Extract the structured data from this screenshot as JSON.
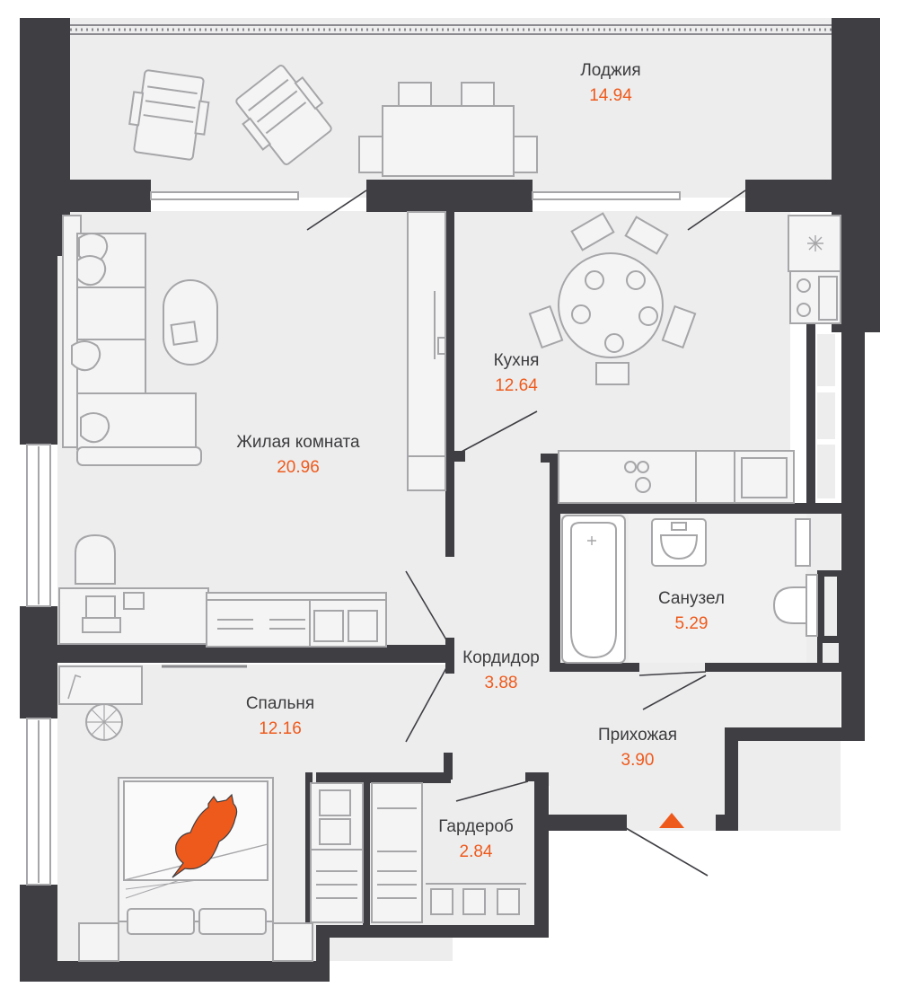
{
  "colors": {
    "wall": "#3f3e43",
    "floor": "#ededee",
    "furniture": "#a6a6a9",
    "furniture_fill": "#f4f4f5",
    "accent": "#ee5a1c",
    "text": "#3c3c3e"
  },
  "rooms": [
    {
      "id": "loggia",
      "name": "Лоджия",
      "area": "14.94"
    },
    {
      "id": "kitchen",
      "name": "Кухня",
      "area": "12.64"
    },
    {
      "id": "living",
      "name": "Жилая комната",
      "area": "20.96"
    },
    {
      "id": "bathroom",
      "name": "Санузел",
      "area": "5.29"
    },
    {
      "id": "corridor",
      "name": "Кордидор",
      "area": "3.88"
    },
    {
      "id": "bedroom",
      "name": "Спальня",
      "area": "12.16"
    },
    {
      "id": "hallway",
      "name": "Прихожая",
      "area": "3.90"
    },
    {
      "id": "wardrobe",
      "name": "Гардероб",
      "area": "2.84"
    }
  ],
  "icons": {
    "entrance": "entrance-triangle-icon",
    "cat": "cat-icon",
    "lamp": "lamp-icon",
    "laptop": "laptop-icon"
  }
}
